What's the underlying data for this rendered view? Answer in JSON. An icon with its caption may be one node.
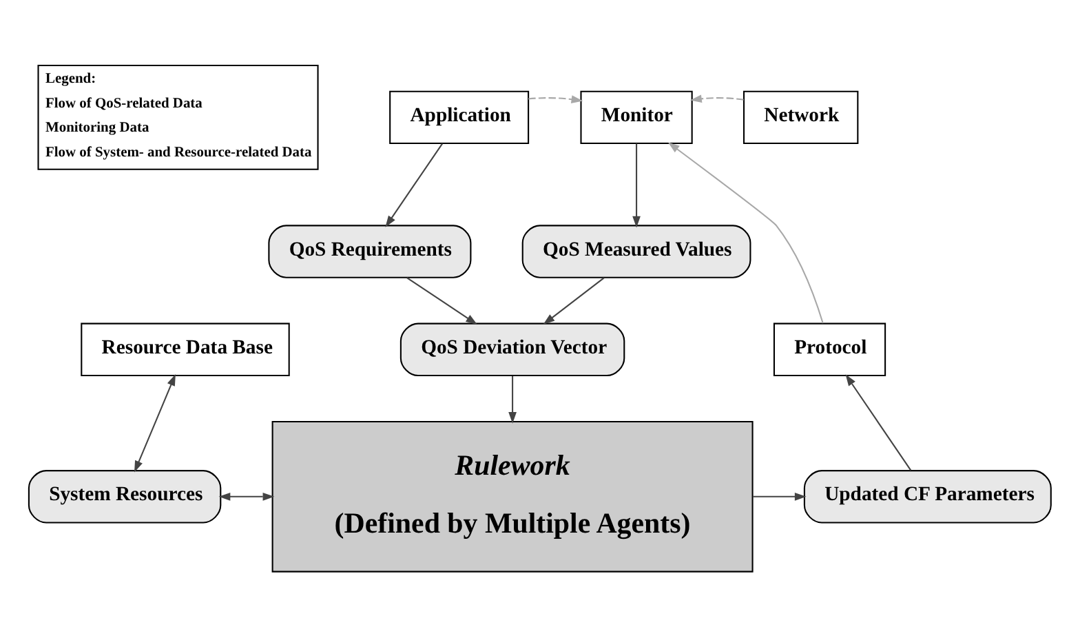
{
  "diagram": {
    "nodes": [
      {
        "text": [
          "Application"
        ]
      },
      {
        "text": [
          "Monitor"
        ]
      },
      {
        "text": [
          "Network"
        ]
      },
      {
        "text": [
          "QoS Requirements"
        ]
      },
      {
        "text": [
          "QoS Measured Values"
        ]
      },
      {
        "text": [
          "Resource Data Base"
        ]
      },
      {
        "text": [
          "QoS Deviation Vector"
        ]
      },
      {
        "text": [
          "Protocol"
        ]
      },
      {
        "text": [
          "System Resources"
        ]
      },
      {
        "text": [
          "Rulework",
          "(Defined by Multiple Agents)"
        ]
      },
      {
        "text": [
          "Updated CF Parameters"
        ]
      }
    ],
    "edges": [
      {
        "from": 0,
        "to": 1,
        "arrow": "to",
        "style": "dashed",
        "color": "#a8a8a8"
      },
      {
        "from": 2,
        "to": 1,
        "arrow": "to",
        "style": "dashed",
        "color": "#a8a8a8"
      },
      {
        "from": 7,
        "to": 1,
        "arrow": "to",
        "color": "#a8a8a8"
      },
      {
        "from": 0,
        "to": 3,
        "arrow": "to"
      },
      {
        "from": 1,
        "to": 4,
        "arrow": "to"
      },
      {
        "from": 3,
        "to": 6,
        "arrow": "to"
      },
      {
        "from": 4,
        "to": 6,
        "arrow": "to"
      },
      {
        "from": 6,
        "to": 9,
        "arrow": "to"
      },
      {
        "from": 5,
        "to": 8,
        "arrow": "both"
      },
      {
        "from": 8,
        "to": 9,
        "arrow": "both"
      },
      {
        "from": 9,
        "to": 10,
        "arrow": "to"
      },
      {
        "from": 10,
        "to": 7,
        "arrow": "to"
      }
    ],
    "labels": [
      "Legend:"
    ],
    "legend": [
      {
        "text": "Flow of QoS-related Data"
      },
      {
        "text": "Monitoring Data"
      },
      {
        "text": "Flow of System- and Resource-related Data"
      }
    ]
  }
}
